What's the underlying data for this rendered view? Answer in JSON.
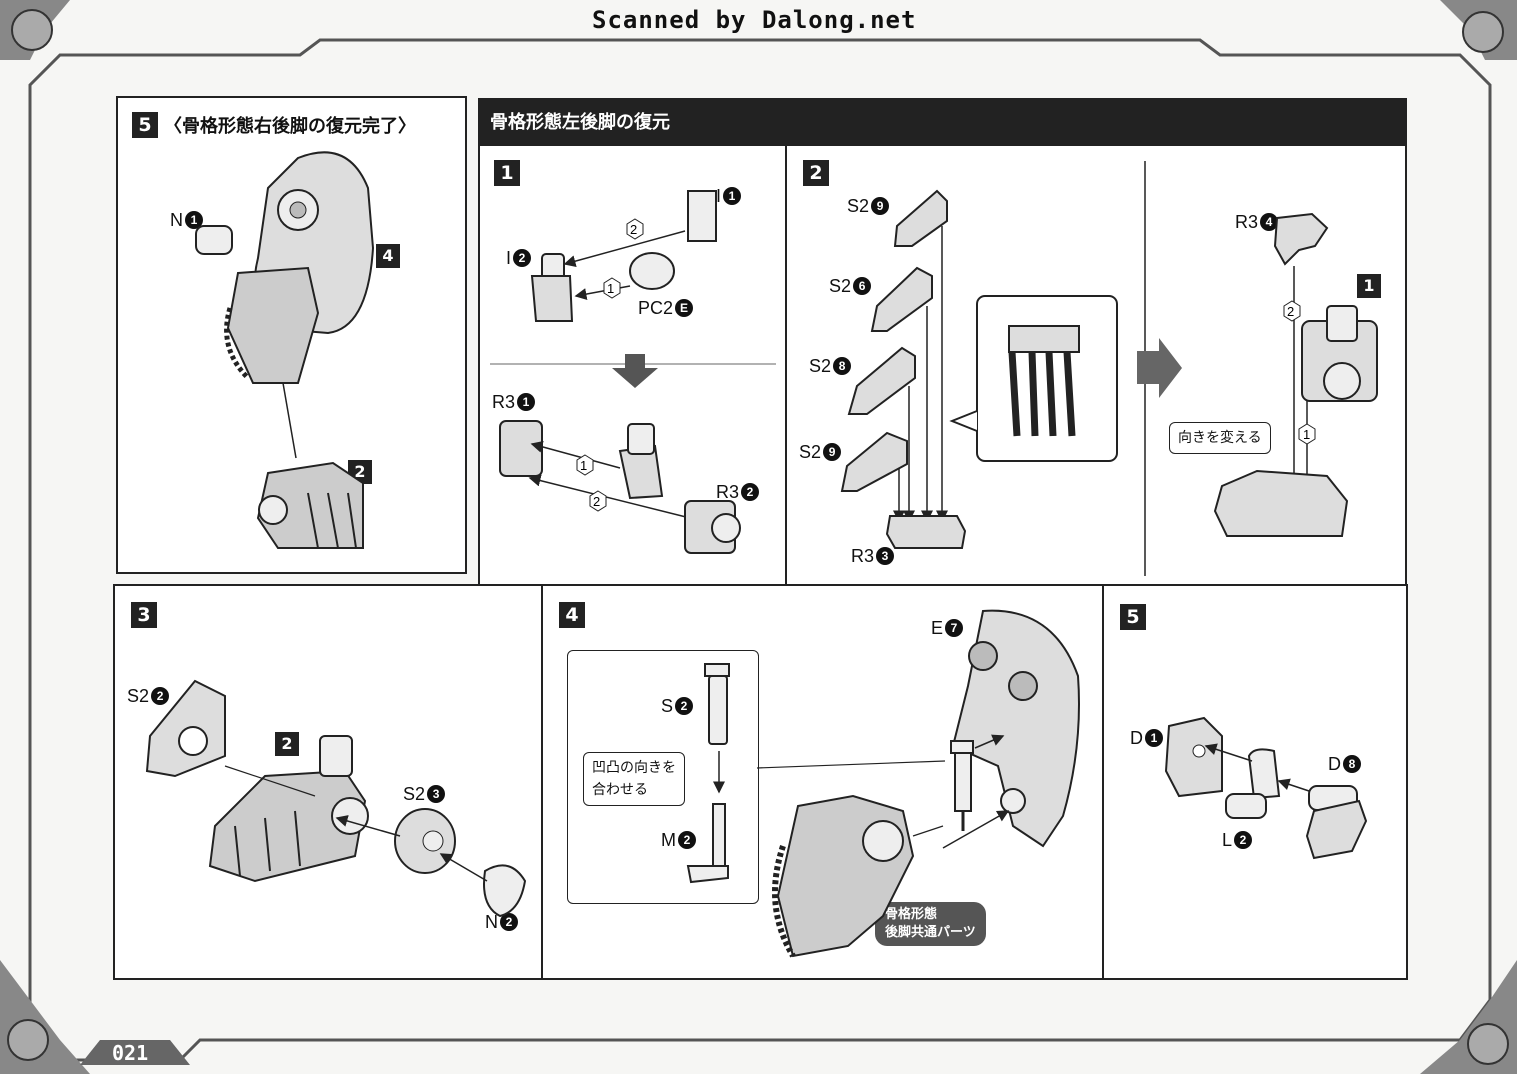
{
  "header": {
    "watermark": "Scanned by Dalong.net"
  },
  "page_number": "021",
  "complete_panel": {
    "step": "5",
    "title": "〈骨格形態右後脚の復元完了〉",
    "labels": {
      "n1": "N",
      "n1_num": "1",
      "sub4": "4",
      "sub2": "2"
    }
  },
  "section": {
    "title": "骨格形態左後脚の復元",
    "step1": {
      "num": "1",
      "labels": {
        "i1": "I",
        "i1_num": "1",
        "i2": "I",
        "i2_num": "2",
        "pc2": "PC2",
        "pc2_num": "E",
        "r31": "R3",
        "r31_num": "1",
        "r32": "R3",
        "r32_num": "2",
        "o1a": "1",
        "o2a": "2",
        "o1b": "1",
        "o2b": "2"
      }
    },
    "step2": {
      "num": "2",
      "labels": {
        "s29a": "S2",
        "s29a_num": "9",
        "s26": "S2",
        "s26_num": "6",
        "s28": "S2",
        "s28_num": "8",
        "s29b": "S2",
        "s29b_num": "9",
        "r33": "R3",
        "r33_num": "3"
      },
      "right": {
        "r34": "R3",
        "r34_num": "4",
        "sub1": "1",
        "o2": "2",
        "o1": "1",
        "callout": "向きを変える"
      }
    }
  },
  "step3": {
    "num": "3",
    "labels": {
      "s22": "S2",
      "s22_num": "2",
      "sub2": "2",
      "s23": "S2",
      "s23_num": "3",
      "n2": "N",
      "n2_num": "2"
    }
  },
  "step4": {
    "num": "4",
    "labels": {
      "e7": "E",
      "e7_num": "7",
      "s2": "S",
      "s2_num": "2",
      "m2": "M",
      "m2_num": "2"
    },
    "callout_line1": "凹凸の向きを",
    "callout_line2": "合わせる",
    "common_line1": "骨格形態",
    "common_line2": "後脚共通パーツ"
  },
  "step5": {
    "num": "5",
    "labels": {
      "d1": "D",
      "d1_num": "1",
      "d8": "D",
      "d8_num": "8",
      "l2": "L",
      "l2_num": "2"
    }
  }
}
